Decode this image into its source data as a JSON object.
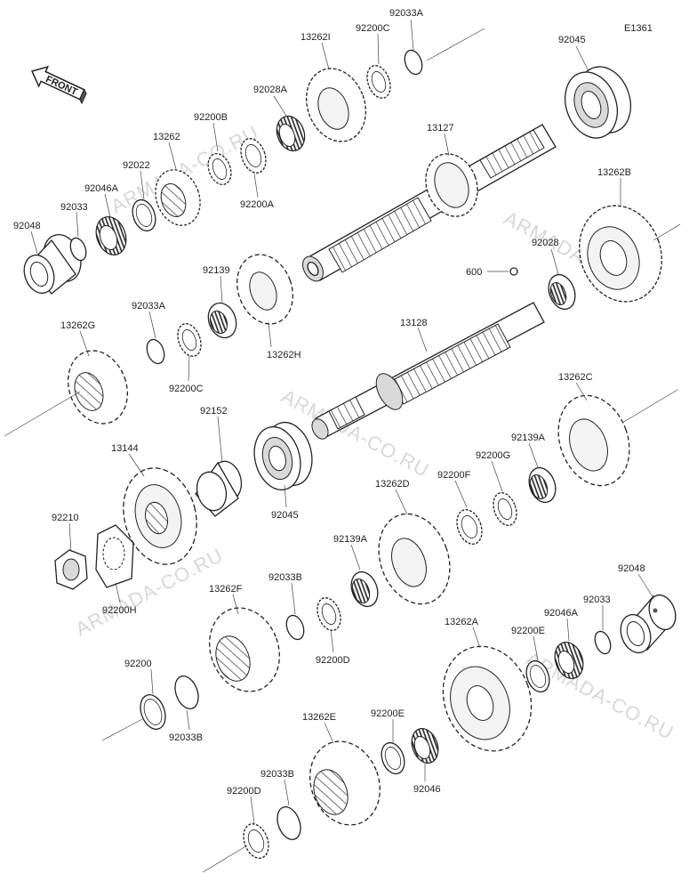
{
  "diagram_code": "E1361",
  "front_label": "FRONT",
  "watermark": "ARMADA-CO.RU",
  "labels": {
    "l92033A_top": "92033A",
    "l92045_top": "92045",
    "l13262I": "13262I",
    "l92200C_top": "92200C",
    "l92028A": "92028A",
    "l92200B": "92200B",
    "l13262": "13262",
    "l92022": "92022",
    "l92046A_left": "92046A",
    "l92033_left": "92033",
    "l92048_left": "92048",
    "l92200A": "92200A",
    "l13127": "13127",
    "l13262B": "13262B",
    "l92028": "92028",
    "l600": "600",
    "l92139": "92139",
    "l13262H": "13262H",
    "l92033A_mid": "92033A",
    "l13262G": "13262G",
    "l92200C_mid": "92200C",
    "l13128": "13128",
    "l13262C": "13262C",
    "l92152": "92152",
    "l92045_mid": "92045",
    "l13144": "13144",
    "l92210": "92210",
    "l92200H": "92200H",
    "l92200G": "92200G",
    "l92139A_right": "92139A",
    "l92200F": "92200F",
    "l13262D": "13262D",
    "l92139A_mid": "92139A",
    "l92033B_top": "92033B",
    "l13262F": "13262F",
    "l92200D_mid": "92200D",
    "l92200_bottom": "92200",
    "l92033B_left": "92033B",
    "l92048_right": "92048",
    "l92033_right": "92033",
    "l92046A_right": "92046A",
    "l92200E_right": "92200E",
    "l13262A": "13262A",
    "l13262E": "13262E",
    "l92200E_bottom": "92200E",
    "l92046": "92046",
    "l92033B_bottom": "92033B",
    "l92200D_bottom": "92200D"
  }
}
